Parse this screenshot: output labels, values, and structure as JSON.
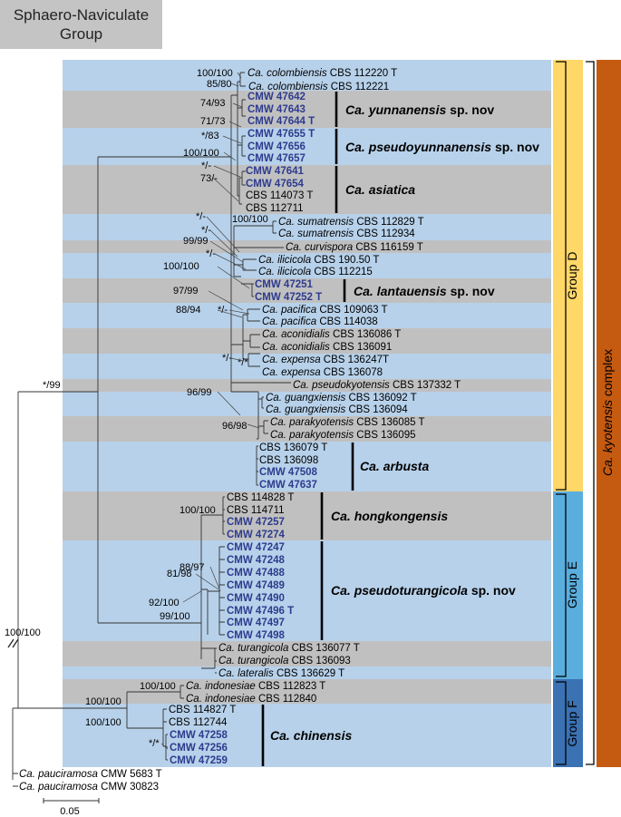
{
  "header": {
    "line1": "Sphaero-Naviculate",
    "line2": "Group"
  },
  "complex_label": {
    "genus": "Ca.",
    "epithet": "kyotensis",
    "suffix": "complex"
  },
  "groups": {
    "d": "Group D",
    "e": "Group E",
    "f": "Group F"
  },
  "scale": {
    "value": "0.05"
  },
  "colors": {
    "light_band": "#b7d1ea",
    "gray_band": "#c0c0c0",
    "group_d": "#ffd868",
    "group_e": "#5aaede",
    "group_f": "#3a72b4",
    "complex": "#c55a11",
    "cmw_text": "#2e3b8e"
  },
  "tips": {
    "t1": {
      "g": "Ca.",
      "s": "colombiensis",
      "i": "CBS 112220 T"
    },
    "t2": {
      "g": "Ca.",
      "s": "colombiensis",
      "i": "CBS 112221"
    },
    "t3": "CMW 47642",
    "t4": "CMW 47643",
    "t5": "CMW 47644 T",
    "t6": "CMW 47655 T",
    "t7": "CMW 47656",
    "t8": "CMW 47657",
    "t9": "CMW 47641",
    "t10": "CMW 47654",
    "t11": "CBS 114073 T",
    "t12": "CBS 112711",
    "t13": {
      "g": "Ca.",
      "s": "sumatrensis",
      "i": "CBS 112829 T"
    },
    "t14": {
      "g": "Ca.",
      "s": "sumatrensis",
      "i": "CBS 112934"
    },
    "t15": {
      "g": "Ca.",
      "s": "curvispora",
      "i": "CBS 116159 T"
    },
    "t16": {
      "g": "Ca.",
      "s": "ilicicola",
      "i": "CBS 190.50 T"
    },
    "t17": {
      "g": "Ca.",
      "s": "ilicicola",
      "i": "CBS 112215"
    },
    "t18": "CMW 47251",
    "t19": "CMW 47252 T",
    "t20": {
      "g": "Ca.",
      "s": "pacifica",
      "i": "CBS 109063 T"
    },
    "t21": {
      "g": "Ca.",
      "s": "pacifica",
      "i": "CBS 114038"
    },
    "t22": {
      "g": "Ca.",
      "s": "aconidialis",
      "i": "CBS 136086 T"
    },
    "t23": {
      "g": "Ca.",
      "s": "aconidialis",
      "i": "CBS 136091"
    },
    "t24": {
      "g": "Ca.",
      "s": "expensa",
      "i": "CBS 136247T"
    },
    "t25": {
      "g": "Ca.",
      "s": "expensa",
      "i": "CBS 136078"
    },
    "t26": {
      "g": "Ca.",
      "s": "pseudokyotensis",
      "i": "CBS 137332 T"
    },
    "t27": {
      "g": "Ca.",
      "s": "guangxiensis",
      "i": "CBS 136092 T"
    },
    "t28": {
      "g": "Ca.",
      "s": "guangxiensis",
      "i": "CBS 136094"
    },
    "t29": {
      "g": "Ca.",
      "s": "parakyotensis",
      "i": "CBS 136085 T"
    },
    "t30": {
      "g": "Ca.",
      "s": "parakyotensis",
      "i": "CBS 136095"
    },
    "t31": "CBS 136079 T",
    "t32": "CBS 136098",
    "t33": "CMW 47508",
    "t34": "CMW 47637",
    "t35": "CBS 114828 T",
    "t36": "CBS 114711",
    "t37": "CMW 47257",
    "t38": "CMW 47274",
    "t39": "CMW 47247",
    "t40": "CMW 47248",
    "t41": "CMW 47488",
    "t42": "CMW 47489",
    "t43": "CMW 47490",
    "t44": "CMW 47496 T",
    "t45": "CMW 47497",
    "t46": "CMW 47498",
    "t47": {
      "g": "Ca.",
      "s": "turangicola",
      "i": "CBS 136077 T"
    },
    "t48": {
      "g": "Ca.",
      "s": "turangicola",
      "i": "CBS 136093"
    },
    "t49": {
      "g": "Ca.",
      "s": "lateralis",
      "i": "CBS 136629 T"
    },
    "t50": {
      "g": "Ca.",
      "s": "indonesiae",
      "i": "CBS 112823 T"
    },
    "t51": {
      "g": "Ca.",
      "s": "indonesiae",
      "i": "CBS 112840"
    },
    "t52": "CBS 114827 T",
    "t53": "CBS 112744",
    "t54": "CMW 47258",
    "t55": "CMW 47256",
    "t56": "CMW 47259",
    "t57": {
      "g": "Ca.",
      "s": "pauciramosa",
      "i": "CMW 5683 T"
    },
    "t58": {
      "g": "Ca.",
      "s": "pauciramosa",
      "i": "CMW 30823"
    }
  },
  "clades": {
    "yunnanensis": {
      "g": "Ca.",
      "s": "yunnanensis",
      "suffix": "sp. nov"
    },
    "pseudoyunnanensis": {
      "g": "Ca.",
      "s": "pseudoyunnanensis",
      "suffix": "sp. nov"
    },
    "asiatica": {
      "g": "Ca.",
      "s": "asiatica",
      "suffix": ""
    },
    "lantauensis": {
      "g": "Ca.",
      "s": "lantauensis",
      "suffix": "sp. nov"
    },
    "arbusta": {
      "g": "Ca.",
      "s": "arbusta",
      "suffix": ""
    },
    "hongkongensis": {
      "g": "Ca.",
      "s": "hongkongensis",
      "suffix": ""
    },
    "pseudoturangicola": {
      "g": "Ca.",
      "s": "pseudoturangicola",
      "suffix": "sp. nov"
    },
    "chinensis": {
      "g": "Ca.",
      "s": "chinensis",
      "suffix": ""
    }
  },
  "support": {
    "s1": "100/100",
    "s2": "85/80",
    "s3": "74/93",
    "s4": "71/73",
    "s5": "*/83",
    "s6": "100/100",
    "s7": "*/-",
    "s8": "73/-",
    "s9": "*/-",
    "s10": "100/100",
    "s11": "*/-",
    "s12": "99/99",
    "s13": "*/-",
    "s14": "100/100",
    "s15": "97/99",
    "s16": "88/94",
    "s17": "*/-",
    "s18": "*/-",
    "s19": "*/*",
    "s20": "96/99",
    "s21": "96/98",
    "s22": "*/99",
    "s23": "100/100",
    "s24": "88/97",
    "s25": "81/98",
    "s26": "92/100",
    "s27": "99/100",
    "s28": "100/100",
    "s29": "100/100",
    "s30": "100/100",
    "s31": "100/100",
    "s32": "*/*"
  }
}
